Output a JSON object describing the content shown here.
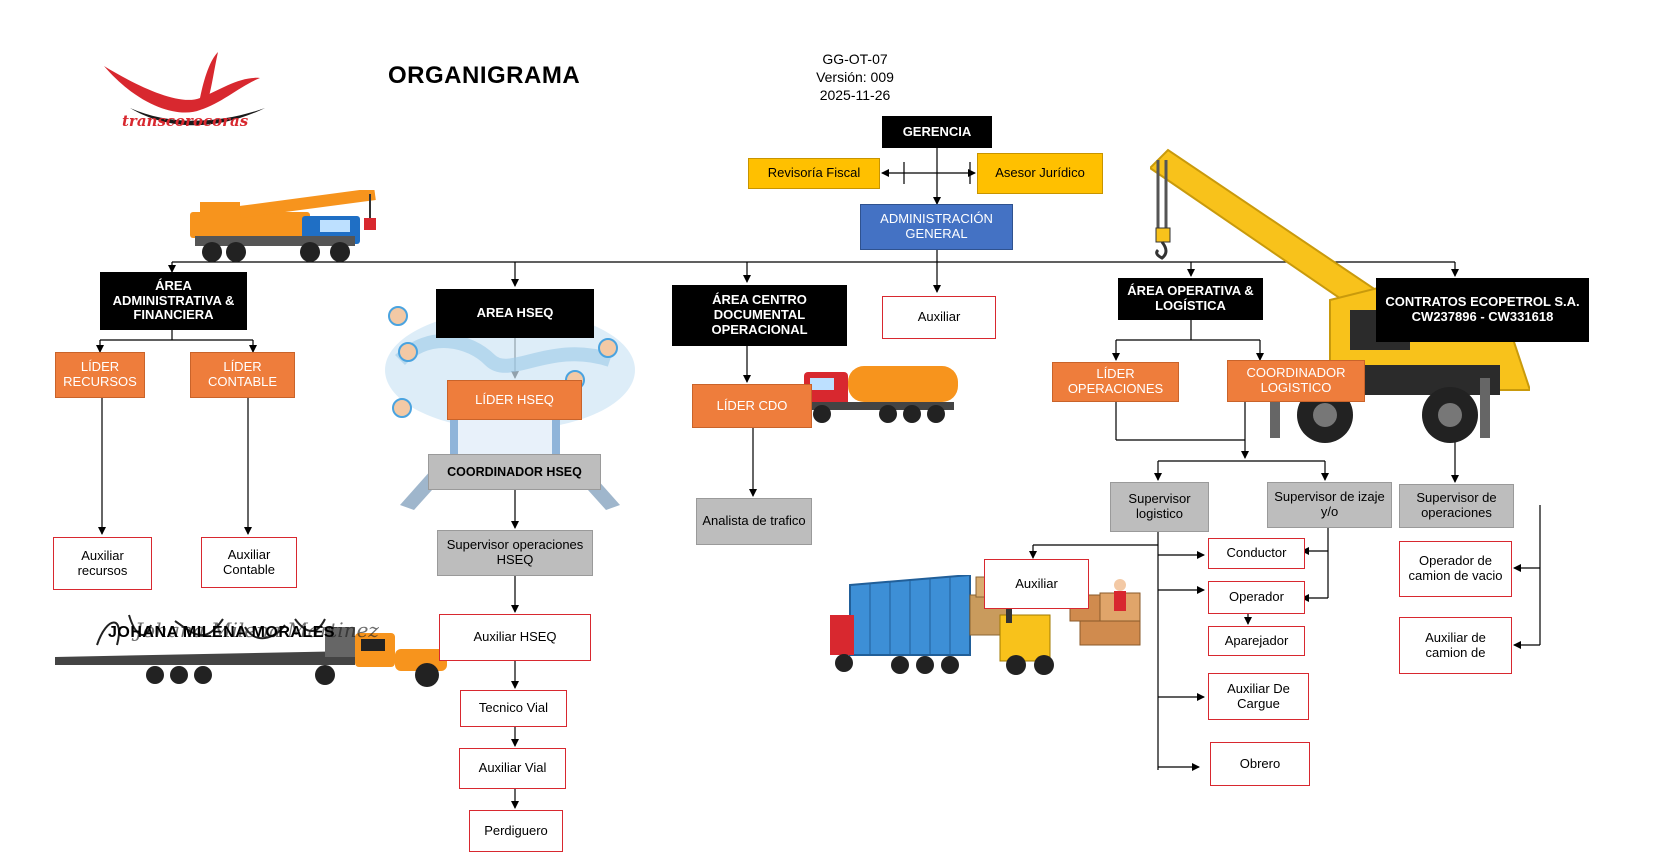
{
  "header": {
    "title": "ORGANIGRAMA",
    "doc_code": "GG-OT-07",
    "version": "Versión: 009",
    "date": "2025-11-26",
    "logo_text": "transcorocoras",
    "signature_name": "JOHANA MILENA MORALES",
    "signature_script": "Johana Milena Martinez"
  },
  "colors": {
    "black_box": "#000000",
    "orange_box": "#ee7d3c",
    "red_border": "#d8282f",
    "gray_box": "#bdbdbd",
    "yellow_box": "#ffc000",
    "blue_box": "#4472c4"
  },
  "nodes": {
    "gerencia": "GERENCIA",
    "revisoria": "Revisoría Fiscal",
    "asesor": "Asesor Jurídico",
    "admin_general": "ADMINISTRACIÓN GENERAL",
    "auxiliar_admin": "Auxiliar",
    "area_admin": "ÁREA ADMINISTRATIVA & FINANCIERA",
    "lider_recursos": "LÍDER RECURSOS",
    "lider_contable": "LÍDER CONTABLE",
    "aux_recursos": "Auxiliar recursos",
    "aux_contable": "Auxiliar Contable",
    "area_hseq": "AREA HSEQ",
    "lider_hseq": "LÍDER HSEQ",
    "coord_hseq": "COORDINADOR HSEQ",
    "sup_hseq": "Supervisor operaciones HSEQ",
    "aux_hseq": "Auxiliar HSEQ",
    "tecnico_vial": "Tecnico Vial",
    "aux_vial": "Auxiliar Vial",
    "perdiguero": "Perdiguero",
    "area_cdo": "ÁREA CENTRO DOCUMENTAL OPERACIONAL",
    "lider_cdo": "LÍDER CDO",
    "analista": "Analista de trafico",
    "area_oper": "ÁREA OPERATIVA & LOGÍSTICA",
    "lider_oper": "LÍDER OPERACIONES",
    "coord_log": "COORDINADOR LOGISTICO",
    "sup_log": "Supervisor logistico",
    "sup_izaje": "Supervisor de izaje y/o",
    "aux_oper": "Auxiliar",
    "conductor": "Conductor",
    "operador": "Operador",
    "aparejador": "Aparejador",
    "aux_cargue": "Auxiliar De Cargue",
    "obrero": "Obrero",
    "contratos": "CONTRATOS ECOPETROL S.A. CW237896 - CW331618",
    "sup_oper": "Supervisor de operaciones",
    "op_camion": "Operador de camion de vacio",
    "aux_camion": "Auxiliar de camion de"
  },
  "illustrations": [
    "crane-truck",
    "world-network",
    "tanker-truck",
    "mobile-crane",
    "container-truck-forklift",
    "lowboy-truck"
  ]
}
